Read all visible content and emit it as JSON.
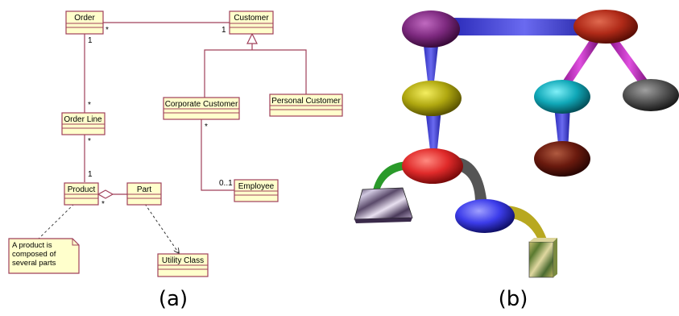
{
  "uml": {
    "classes": {
      "order": "Order",
      "customer": "Customer",
      "order_line": "Order Line",
      "corporate_customer": "Corporate Customer",
      "personal_customer": "Personal Customer",
      "product": "Product",
      "part": "Part",
      "employee": "Employee",
      "utility_class": "Utility Class"
    },
    "multiplicities": {
      "order_customer_order_end": "*",
      "order_customer_customer_end": "1",
      "order_orderline_order_end": "1",
      "order_orderline_line_end": "*",
      "orderline_product_line_end": "*",
      "orderline_product_product_end": "1",
      "product_part_product_end": "*",
      "corporate_employee_corporate_end": "*",
      "corporate_employee_employee_end": "0..1"
    },
    "note": {
      "lines": [
        "A product is",
        "composed of",
        "several parts"
      ]
    },
    "caption": "(a)"
  },
  "render3d": {
    "caption": "(b)",
    "colors": {
      "class_fill": "#ffffcc",
      "uml_line": "#a0405a",
      "node_top_left": "#8a2a8a",
      "node_top_right": "#b83020",
      "node_yellow": "#b8b010",
      "node_red": "#e03030",
      "node_cyan": "#10b0c0",
      "node_gray": "#555555",
      "node_maroon": "#701a10",
      "node_blue": "#4040ee",
      "edge_blue": "#3a3ad8",
      "edge_magenta": "#c020c0"
    }
  }
}
